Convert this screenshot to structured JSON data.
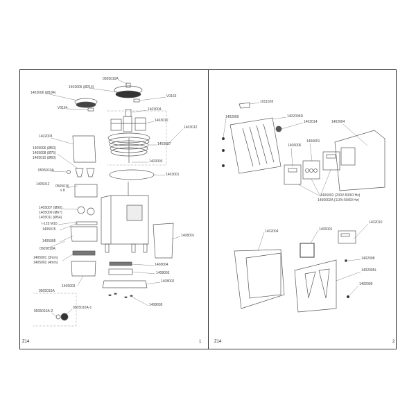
{
  "left_page": {
    "labels": [
      "0505010A",
      "1403005 (Ø214)",
      "1403006 (Ø184)",
      "V0163",
      "V0164",
      "1403004",
      "1403010",
      "1403012",
      "1402003",
      "1403007",
      "1405006 (Ø60)",
      "1405008 (Ø75)",
      "1405010 (Ø60)",
      "0505010A",
      "1403003",
      "1403001",
      "1405012",
      "0505016",
      "x 8",
      "1405007 (Ø90)",
      "1405009 (Ø67)",
      "1405011 (Ø54)",
      "I-125 M10",
      "1405015",
      "1405005",
      "0505010A",
      "1405001  (3mm)",
      "1405002  (4mm)",
      "1408001",
      "1408004",
      "1408003",
      "1408002",
      "1405003",
      "0505010A",
      "1408005",
      "0505010A-2",
      "0505010A-1"
    ],
    "section": "Z14",
    "page_number": "1"
  },
  "right_page": {
    "labels": [
      "1011028",
      "1402009",
      "1402005R",
      "1402014",
      "1402004",
      "1406006",
      "1406001",
      "1406002 (230V-50/60 Hz)",
      "1406002A (110V-50/60 Hz)",
      "1402004",
      "1406001",
      "1402010",
      "1402008",
      "1402005L",
      "1402009"
    ],
    "section": "Z14",
    "page_number": "2"
  },
  "colors": {
    "line": "#444444",
    "frame": "#333333"
  }
}
